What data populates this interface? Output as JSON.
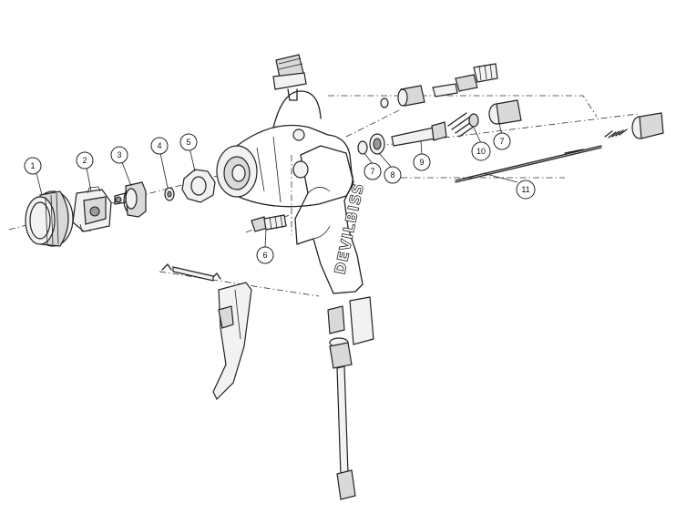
{
  "diagram": {
    "brand_text": "DEVILBISS",
    "callouts": [
      {
        "id": "callout-1",
        "label": "1"
      },
      {
        "id": "callout-2",
        "label": "2"
      },
      {
        "id": "callout-3",
        "label": "3"
      },
      {
        "id": "callout-4",
        "label": "4"
      },
      {
        "id": "callout-5",
        "label": "5"
      },
      {
        "id": "callout-6",
        "label": "6"
      },
      {
        "id": "callout-7a",
        "label": "7"
      },
      {
        "id": "callout-7b",
        "label": "7"
      },
      {
        "id": "callout-8",
        "label": "8"
      },
      {
        "id": "callout-9",
        "label": "9"
      },
      {
        "id": "callout-10",
        "label": "10"
      },
      {
        "id": "callout-11",
        "label": "11"
      }
    ]
  }
}
